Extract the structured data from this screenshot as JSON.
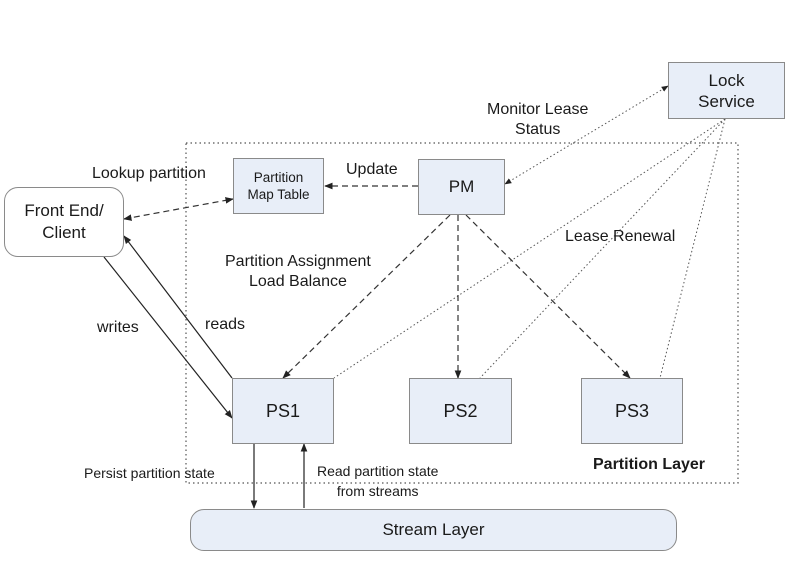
{
  "nodes": {
    "lock_service": "Lock\nService",
    "partition_map_table": "Partition\nMap Table",
    "pm": "PM",
    "front_end": "Front End/\nClient",
    "ps1": "PS1",
    "ps2": "PS2",
    "ps3": "PS3",
    "stream_layer": "Stream Layer"
  },
  "labels": {
    "monitor_lease": "Monitor Lease\nStatus",
    "lookup_partition": "Lookup partition",
    "update": "Update",
    "lease_renewal": "Lease Renewal",
    "partition_assignment": "Partition Assignment\nLoad Balance",
    "writes": "writes",
    "reads": "reads",
    "persist_state": "Persist partition state",
    "read_state": "Read partition state\nfrom streams",
    "partition_layer": "Partition Layer"
  },
  "colors": {
    "box_fill": "#e8eef8",
    "box_border": "#8a8a8a",
    "line": "#333333"
  }
}
